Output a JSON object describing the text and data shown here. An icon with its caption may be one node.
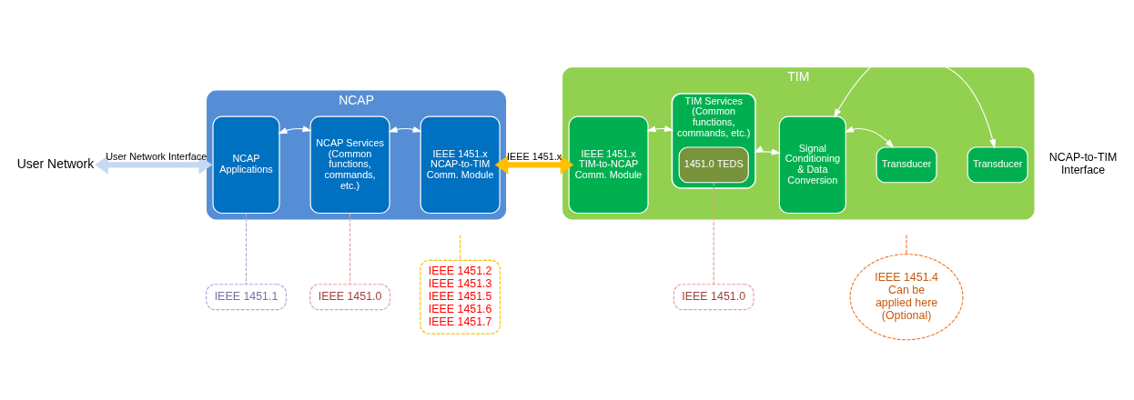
{
  "diagram": {
    "nodes": [
      {
        "text": [
          "User Network"
        ]
      },
      {
        "text": [
          "NCAP"
        ]
      },
      {
        "text": [
          "NCAP Applications"
        ],
        "in": 1
      },
      {
        "text": [
          "NCAP Services",
          "(Common functions, commands, etc.)"
        ],
        "in": 1
      },
      {
        "text": [
          "IEEE 1451.x NCAP-to-TIM Comm. Module"
        ],
        "in": 1
      },
      {
        "text": [
          "TIM"
        ]
      },
      {
        "text": [
          "IEEE 1451.x TIM-to-NCAP Comm. Module"
        ],
        "in": 5
      },
      {
        "text": [
          "TIM Services",
          "(Common functions, commands, etc.)"
        ],
        "in": 5
      },
      {
        "text": [
          "1451.0 TEDS"
        ],
        "in": 7
      },
      {
        "text": [
          "Signal Conditioning & Data Conversion"
        ],
        "in": 5
      },
      {
        "text": [
          "Transducer"
        ],
        "in": 5
      },
      {
        "text": [
          "Transducer"
        ],
        "in": 5
      },
      {
        "text": [
          "IEEE 1451.1"
        ]
      },
      {
        "text": [
          "IEEE 1451.0"
        ]
      },
      {
        "text": [
          "IEEE 1451.2",
          "IEEE 1451.3",
          "IEEE 1451.5",
          "IEEE 1451.6",
          "IEEE 1451.7"
        ]
      },
      {
        "text": [
          "IEEE 1451.0"
        ]
      },
      {
        "text": [
          "IEEE 1451.4",
          "Can be applied here (Optional)"
        ]
      }
    ],
    "edges": [
      {
        "from": 0,
        "to": 1,
        "arrow": "both",
        "label": "User Network Interface",
        "style": "thick",
        "color": "#c6d9f1"
      },
      {
        "from": 2,
        "to": 3,
        "arrow": "both"
      },
      {
        "from": 3,
        "to": 4,
        "arrow": "both"
      },
      {
        "from": 4,
        "to": 6,
        "arrow": "both",
        "label": "IEEE 1451.x",
        "style": "thick",
        "color": "#ffc000"
      },
      {
        "from": 6,
        "to": 7,
        "arrow": "both"
      },
      {
        "from": 7,
        "to": 9,
        "arrow": "both"
      },
      {
        "from": 9,
        "to": 10,
        "arrow": "both"
      },
      {
        "from": 9,
        "to": 11,
        "arrow": "both"
      },
      {
        "from": 12,
        "to": 2,
        "arrow": "none",
        "style": "dashed",
        "color": "#b4a7d6"
      },
      {
        "from": 13,
        "to": 3,
        "arrow": "none",
        "style": "dashed",
        "color": "#e6a0a0"
      },
      {
        "from": 14,
        "to": null,
        "arrow": "none",
        "style": "dashed",
        "color": "#ffc000"
      },
      {
        "from": 15,
        "to": 7,
        "arrow": "none",
        "style": "dashed",
        "color": "#e6a0a0"
      },
      {
        "from": 16,
        "to": null,
        "arrow": "none",
        "style": "dashed",
        "color": "#ed7d31"
      }
    ],
    "labels": [
      "NCAP-to-TIM Interface"
    ]
  }
}
